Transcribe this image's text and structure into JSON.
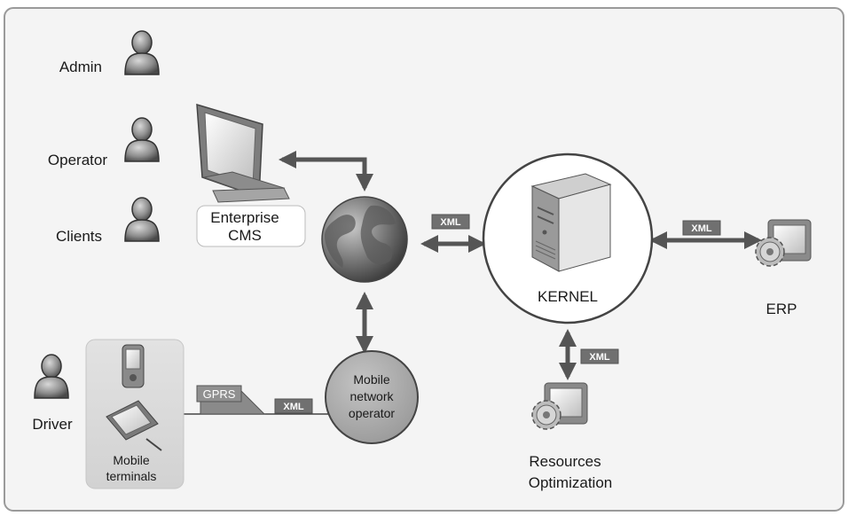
{
  "actors": {
    "admin": "Admin",
    "operator": "Operator",
    "clients": "Clients",
    "driver": "Driver"
  },
  "cms": {
    "line1": "Enterprise",
    "line2": "CMS"
  },
  "kernel": {
    "label": "KERNEL"
  },
  "erp": {
    "label": "ERP"
  },
  "resources": {
    "line1": "Resources",
    "line2": "Optimization"
  },
  "mobile_operator": {
    "line1": "Mobile",
    "line2": "network",
    "line3": "operator"
  },
  "mobile_terminals": {
    "line1": "Mobile",
    "line2": "terminals"
  },
  "protocols": {
    "xml_internet_kernel": "XML",
    "xml_kernel_erp": "XML",
    "xml_kernel_resources": "XML",
    "xml_gprs_operator": "XML",
    "gprs": "GPRS"
  },
  "colors": {
    "frame_border": "#9a9a9a",
    "frame_fill": "#f4f4f4",
    "arrow": "#555555",
    "xml_badge": "#707070",
    "node_circle": "#a9a9a9"
  },
  "icons": {
    "person": "person-icon",
    "monitor": "monitor-icon",
    "globe": "globe-icon",
    "server": "server-icon",
    "gear_monitor": "gear-monitor-icon",
    "pda": "pda-icon",
    "tablet": "tablet-icon"
  }
}
